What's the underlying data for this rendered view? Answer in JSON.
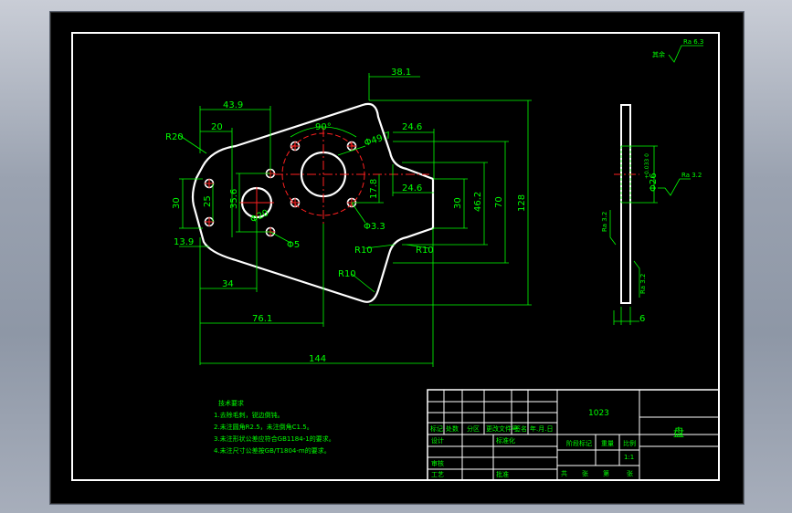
{
  "dims": {
    "d_38_1": "38.1",
    "d_43_9": "43.9",
    "d_20": "20",
    "d_90deg": "90°",
    "d_phi49_7": "Φ49.7",
    "d_R20": "R20",
    "d_24_6_top": "24.6",
    "d_24_6_mid": "24.6",
    "d_30_left": "30",
    "d_25": "25",
    "d_35_6": "35.6",
    "d_phi20": "Φ20",
    "d_17_8": "17.8",
    "d_phi3_3": "Φ3.3",
    "d_30_right": "30",
    "d_46_2": "46.2",
    "d_70": "70",
    "d_128": "128",
    "d_13_9": "13.9",
    "d_phi5": "Φ5",
    "d_R10_a": "R10",
    "d_R10_b": "R10",
    "d_R10_c": "R10",
    "d_34": "34",
    "d_76_1": "76.1",
    "d_144": "144",
    "d_6": "6",
    "d_phi26": "Φ26",
    "d_phi26_tol": "+0.033 0"
  },
  "roughness": {
    "corner": "Ra 6.3",
    "corner_prefix": "其余",
    "side_right": "Ra 3.2",
    "side_left_top": "Ra 3.2",
    "side_left_bottom": "Ra 3.2"
  },
  "notes": {
    "title": "技术要求",
    "lines": [
      "1.去除毛刺，锐边倒钝。",
      "2.未注圆角R2.5，未注倒角C1.5。",
      "3.未注形状公差应符合GB1184-1的要求。",
      "4.未注尺寸公差按GB/T1804-m的要求。"
    ]
  },
  "title_block": {
    "material": "1023",
    "part_name": "盘",
    "header_labels": [
      "标记",
      "处数",
      "分区",
      "更改文件号",
      "签名",
      "年.月.日"
    ],
    "row_labels": [
      "设计",
      "标准化",
      "审核",
      "工艺",
      "批准"
    ],
    "stage_label": "阶段标记",
    "weight_label": "重量",
    "scale_label": "比例",
    "scale_value": "1:1",
    "sheet_labels": [
      "共",
      "张",
      "第",
      "张"
    ]
  }
}
